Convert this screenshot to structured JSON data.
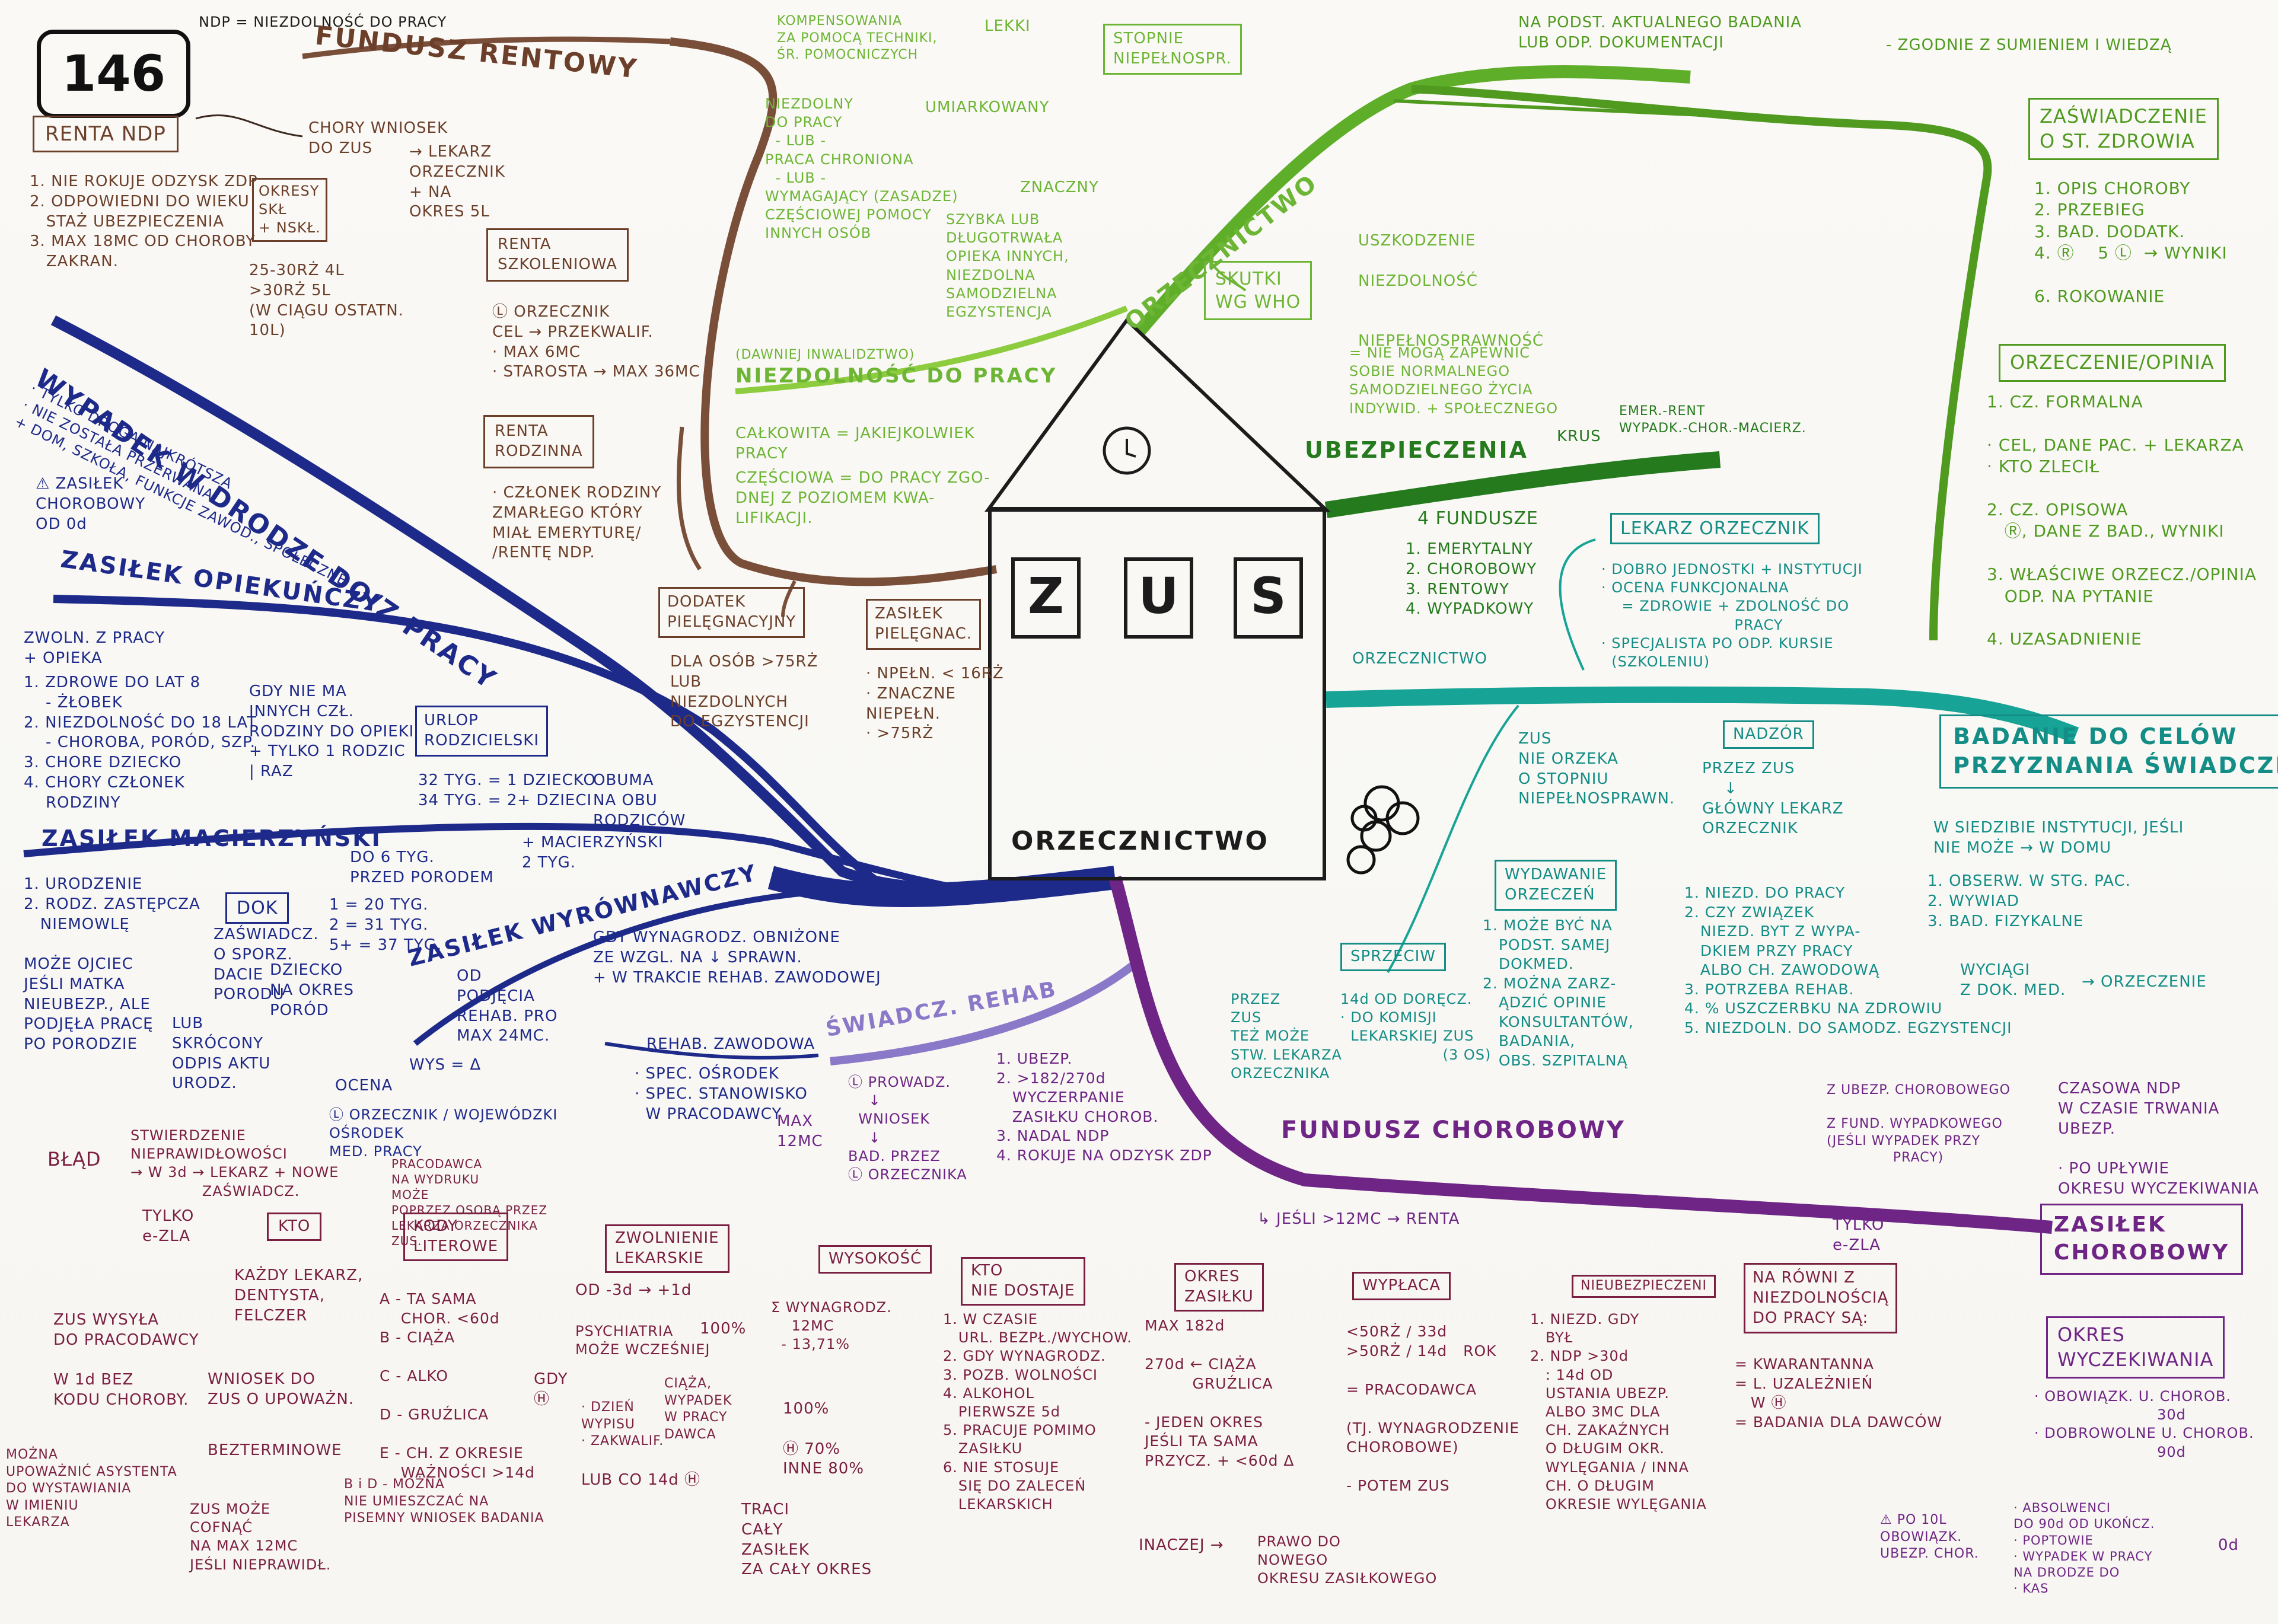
{
  "colors": {
    "brown": "#6b3f2a",
    "blue": "#1e2a8a",
    "green": "#5fae2a",
    "teal": "#17a396",
    "purple": "#6e2585",
    "maroon": "#7a1f42",
    "dgreen": "#257a1e"
  },
  "page_number": "146",
  "ndp_def": "NDP = NIEZDOLNOŚĆ DO PRACY",
  "house": {
    "letters": [
      "Z",
      "U",
      "S"
    ],
    "bottom": "ORZECZNICTWO"
  },
  "rentowy": {
    "title": "FUNDUSZ RENTOWY",
    "renta_ndp": "RENTA NDP",
    "chory": "CHORY WNIOSEK\nDO ZUS",
    "lekarz": "→ LEKARZ\nORZECZNIK\n+ NA\nOKRES 5L",
    "cond": "1. NIE ROKUJE ODZYSK ZDP\n2. ODPOWIEDNI DO WIEKU\n   STAŻ UBEZPIECZENIA\n3. MAX 18MC OD CHOROBY\n   ZAKRAN.",
    "okresy": "OKRESY\nSKŁ\n+ NSKŁ.",
    "years": "25-30RŻ 4L\n>30RŻ 5L\n(W CIĄGU OSTATN.\n10L)",
    "szkol": "RENTA\nSZKOLENIOWA",
    "szkol_notes": "Ⓛ ORZECZNIK\nCEL → PRZEKWALIF.\n· MAX 6MC\n· STAROSTA → MAX 36MC",
    "rodz": "RENTA\nRODZINNA",
    "rodz_notes": "· CZŁONEK RODZINY\nZMARŁEGO KTÓRY\nMIAŁ EMERYTURĘ/\n/RENTĘ NDP.",
    "dodatek": "DODATEK\nPIELĘGNACYJNY",
    "dodatek_notes": "DLA OSÓB >75RŻ\nLUB\nNIEZDOLNYCH\nDO EGZYSTENCJI",
    "zasilek_piel": "ZASIŁEK\nPIELĘGNAC.",
    "zasilek_piel_notes": "· NPEŁN. < 16RŻ\n· ZNACZNE\nNIEPEŁN.\n· >75RŻ"
  },
  "blue": {
    "wypadek": "WYPADEK W DRODZE DO/Z PRACY",
    "wypadek_notes": "· TYLKO DROGA NAJKRÓTSZA\n· NIE ZOSTAŁA PRZERWANA\n+ DOM, SZKOŁA, FUNKCJE ZAWOD., SPOŁECZNE",
    "zasilek_chor_note": "⚠ ZASIŁEK\nCHOROBOWY\nOD 0d",
    "opiekunczy": "ZASIŁEK OPIEKUŃCZY",
    "zwoln": "ZWOLN. Z PRACY\n+ OPIEKA",
    "opiek_list": "1. ZDROWE DO LAT 8\n    - ŻŁOBEK\n2. NIEZDOLNOŚĆ DO 18 LAT\n    - CHOROBA, PORÓD, SZP.\n3. CHORE DZIECKO\n4. CHORY CZŁONEK\n    RODZINY",
    "gdy": "GDY NIE MA\nINNYCH CZŁ.\nRODZINY DO OPIEKI\n+ TYLKO 1 RODZIC\n| RAZ",
    "urlop": "URLOP\nRODZICIELSKI",
    "urlop_notes": "32 TYG. = 1 DZIECKO\n34 TYG. = 2+ DZIECI",
    "urlop_oboje": "OBUMA\nNA OBU\nRODZICÓW",
    "urlop_porod": "DO 6 TYG.\nPRZED PORODEM",
    "mac": "ZASIŁEK MACIERZYŃSKI",
    "mac_list": "1. URODZENIE\n2. RODZ. ZASTĘPCZA\n   NIEMOWLĘ",
    "mac_right": "+ MACIERZYŃSKI\n2 TYG.",
    "dok": "DOK",
    "dok_notes": "ZAŚWIADCZ.\nO SPORZ.\nDACIE\nPORODU",
    "dok_dz": "DZIECKO\nNA OKRES\nPORÓD",
    "dok_lub": "LUB\nSKRÓCONY\nODPIS AKTU\nURODZ.",
    "weeks": "1 = 20 TYG.\n2 = 31 TYG.\n5+ = 37 TYG.",
    "ojciec": "MOŻE OJCIEC\nJEŚLI MATKA\nNIEUBEZP., ALE\nPODJĘŁA PRACĘ\nPO PORODZIE",
    "wyrown": "ZASIŁEK WYRÓWNAWCZY",
    "wyrown_notes": "GDY WYNAGRODZ. OBNIŻONE\nZE WZGL. NA ↓ SPRAWN.\n+ W TRAKCIE REHAB. ZAWODOWEJ",
    "wyrown_od": "OD\nPODJĘCIA\nREHAB. PRO\nMAX 24MC.",
    "wys": "WYS = Δ",
    "ocena": "OCENA",
    "ocena_notes": "Ⓛ ORZECZNIK / WOJEWÓDZKI\nOŚRODEK\nMED. PRACY",
    "rehab": "REHAB. ZAWODOWA",
    "rehab_notes": "· SPEC. OŚRODEK\n· SPEC. STANOWISKO\n  W PRACODAWCY"
  },
  "green": {
    "orzecz": "ORZECZNICTWO",
    "podst": "NA PODST. AKTUALNEGO BADANIA\nLUB ODP. DOKUMENTACJI",
    "zgodnie": "- ZGODNIE Z SUMIENIEM I WIEDZĄ",
    "kompens": "KOMPENSOWANIA\nZA POMOCĄ TECHNIKI,\nŚR. POMOCNICZYCH",
    "lekki": "LEKKI",
    "umiark": "UMIARKOWANY",
    "niezdolny": "NIEZDOLNY\nDO PRACY\n  - LUB -\nPRACA CHRONIONA\n  - LUB -\nWYMAGAJĄCY (ZASADZE)\nCZĘŚCIOWEJ POMOCY\nINNYCH OSÓB",
    "znaczny": "ZNACZNY",
    "znaczny_notes": "SZYBKA LUB\nDŁUGOTRWAŁA\nOPIEKA INNYCH,\nNIEZDOLNA\nSAMODZIELNA\nEGZYSTENCJA",
    "stopnie": "STOPNIE\nNIEPEŁNOSPR.",
    "skutki": "SKUTKI\nWG WHO",
    "who_list": "USZKODZENIE\n\nNIEZDOLNOŚĆ\n\n\nNIEPEŁNOSPRAWNOŚĆ",
    "who_notes": "= NIE MOGĄ ZAPEWNIĆ\nSOBIE NORMALNEGO\nSAMODZIELNEGO ŻYCIA\nINDYWID. + SPOŁECZNEGO",
    "dawniej": "(DAWNIEJ INWALIDZTWO)",
    "ndp": "NIEZDOLNOŚĆ DO PRACY",
    "calk": "CAŁKOWITA = JAKIEJKOLWIEK\nPRACY",
    "czesc": "CZĘŚCIOWA = DO PRACY ZGO-\nDNEJ Z POZIOMEM KWA-\nLIFIKACJI.",
    "zaswiad": "ZAŚWIADCZENIE\nO ST. ZDROWIA",
    "zaswiad_list": "1. OPIS CHOROBY\n2. PRZEBIEG\n3. BAD. DODATK.\n4. Ⓡ    5 Ⓛ  → WYNIKI\n\n6. ROKOWANIE",
    "orzecz_opin": "ORZECZENIE/OPINIA",
    "orz_list": "1. CZ. FORMALNA\n\n· CEL, DANE PAC. + LEKARZA\n· KTO ZLECIŁ\n\n2. CZ. OPISOWA\n   Ⓡ, DANE Z BAD., WYNIKI\n\n3. WŁAŚCIWE ORZECZ./OPINIA\n   ODP. NA PYTANIE\n\n4. UZASADNIENIE"
  },
  "ubezp": {
    "title": "UBEZPIECZENIA",
    "krus": "KRUS",
    "krus_list": "EMER.-RENT\nWYPADK.-CHOR.-MACIERZ.",
    "fund": "4 FUNDUSZE",
    "fund_list": "1. EMERYTALNY\n2. CHOROBOWY\n3. RENTOWY\n4. WYPADKOWY"
  },
  "teal": {
    "orzecz": "ORZECZNICTWO",
    "lekarz": "LEKARZ ORZECZNIK",
    "lekarz_list": "· DOBRO JEDNOSTKI + INSTYTUCJI\n· OCENA FUNKCJONALNA\n    = ZDROWIE + ZDOLNOŚĆ DO\n                          PRACY\n· SPECJALISTA PO ODP. KURSIE\n  (SZKOLENIU)",
    "zus_nie": "ZUS\nNIE ORZEKA\nO STOPNIU\nNIEPEŁNOSPRAWN.",
    "nadzor": "NADZÓR",
    "nadzor_notes": "PRZEZ ZUS\n    ↓\nGŁÓWNY LEKARZ\nORZECZNIK",
    "nadzor_list": "1. NIEZD. DO PRACY\n2. CZY ZWIĄZEK\n   NIEZD. BYT Z WYPA-\n   DKIEM PRZY PRACY\n   ALBO CH. ZAWODOWĄ\n3. POTRZEBA REHAB.\n4. % USZCZERBKU NA ZDROWIU\n5. NIEZDOLN. DO SAMODZ. EGZYSTENCJI",
    "wydawanie": "WYDAWANIE\nORZECZEŃ",
    "wyd_list": "1. MOŻE BYĆ NA\n   PODST. SAMEJ\n   DOKMED.\n2. MOŻNA ZARZ-\n   ĄDZIĆ OPINIE\n   KONSULTANTÓW,\n   BADANIA,\n   OBS. SZPITALNĄ",
    "sprzeciw": "SPRZECIW",
    "sprz_left": "PRZEZ\nZUS\nTEŻ MOŻE\nSTW. LEKARZA\nORZECZNIKA",
    "sprz_right": "14d OD DORĘCZ.\n· DO KOMISJI\n  LEKARSKIEJ ZUS\n                    (3 OS)",
    "badanie": "BADANIE DO CELÓW\nPRZYZNANIA ŚWIADCZEŃ",
    "bad_notes": "W SIEDZIBIE INSTYTUCJI, JEŚLI\nNIE MOŻE → W DOMU",
    "bad_list": "1. OBSERW. W STG. PAC.\n2. WYWIAD\n3. BAD. FIZYKALNE",
    "wyciagi": "WYCIĄGI\nZ DOK. MED.",
    "orzecz_right": "→ ORZECZENIE"
  },
  "purple": {
    "fundusz": "FUNDUSZ CHOROBOWY",
    "swiadcz": "ŚWIADCZ. REHAB",
    "sw_flow": "Ⓛ PROWADZ.\n    ↓\n  WNIOSEK\n    ↓\nBAD. PRZEZ\nⓁ ORZECZNIKA",
    "sw_list": "1. UBEZP.\n2. >182/270d\n   WYCZERPANIE\n   ZASIŁKU CHOROB.\n3. NADAL NDP\n4. ROKUJE NA ODZYSK ZDP",
    "sw_max": "MAX\n12MC",
    "sw_bottom": "↳ JEŚLI >12MC → RENTA",
    "zas_chor": "ZASIŁEK\nCHOROBOWY",
    "zas_top": "Z UBEZP. CHOROBOWEGO\n\nZ FUND. WYPADKOWEGO\n(JEŚLI WYPADEK PRZY\n              PRACY)",
    "czasowa": "CZASOWA NDP\nW CZASIE TRWANIA\nUBEZP.\n\n· PO UPŁYWIE\nOKRESU WYCZEKIWANIA",
    "tylko_ezla": "TYLKO\ne-ZLA",
    "okres_wyczek": "OKRES\nWYCZEKIWANIA",
    "ow_list": "· OBOWIĄZK. U. CHOROB.\n                        30d\n· DOBROWOLNE U. CHOROB.\n                        90d",
    "po_10l": "⚠ PO 10L\nOBOWIĄZK.\nUBEZP. CHOR.",
    "po_list": "· ABSOLWENCI\nDO 90d OD UKOŃCZ.\n· POPTOWIE\n· WYPADEK W PRACY\nNA DRODZE DO\n· KAS",
    "od0": "0d"
  },
  "maroon": {
    "blad": "BŁĄD",
    "blad_notes": "STWIERDZENIE\nNIEPRAWIDŁOWOŚCI\n→ W 3d → LEKARZ + NOWE\n              ZAŚWIADCZ.",
    "tylko_ezla": "TYLKO\ne-ZLA",
    "kto": "KTO",
    "kody": "KODY\nLITEROWE",
    "kody_top": "PRACODAWCA\nNA WYDRUKU\nMOŻE\nPOPRZEZ OSOBĄ PRZEZ\nLEKARZA ORZECZNIKA\nZUS.",
    "zwoln": "ZWOLNIENIE\nLEKARSKIE",
    "wysokosc": "WYSOKOŚĆ",
    "kto_nie": "KTO\nNIE DOSTAJE",
    "okres_zas": "OKRES\nZASIŁKU",
    "wyplaca": "WYPŁACA",
    "nieubezp": "NIEUBEZPIECZENI",
    "narowni": "NA RÓWNI Z\nNIEZDOLNOŚCIĄ\nDO PRACY SĄ:",
    "zus_wysyla": "ZUS WYSYŁA\nDO PRACODAWCY\n\nW 1d BEZ\nKODU CHOROBY.",
    "mozna": "MOŻNA\nUPOWAŻNIĆ ASYSTENTA\nDO WYSTAWIANIA\nW IMIENIU\nLEKARZA",
    "kazdy": "KAŻDY LEKARZ,\nDENTYSTA,\nFELCZER",
    "wniosek": "WNIOSEK DO\nZUS O UPOWAŻN.",
    "bezterm": "BEZTERMINOWE",
    "cofniete": "ZUS MOŻE\nCOFNĄĆ\nNA MAX 12MC\nJEŚLI NIEPRAWIDŁ.",
    "codes": "A - TA SAMA\n    CHOR. <60d\nB - CIĄŻA\n\nC - ALKO\n\nD - GRUŹLICA\n\nE - CH. Z OKRESIE\n    WAŻNOŚCI >14d",
    "bd": "B i D - MOŻNA\nNIE UMIESZCZAĆ NA\nPISEMNY WNIOSEK BADANIA",
    "od3": "OD -3d → +1d",
    "psych": "PSYCHIATRIA\nMOŻE WCZEŚNIEJ",
    "gdy_h": "GDY\nⒽ",
    "gdy_list": "· DZIEŃ\nWYPISU\n· ZAKWALIF.",
    "lub_co14": "LUB CO 14d Ⓗ",
    "wys_100": "100%",
    "wys_list": "Σ WYNAGRODZ.\n    12MC\n  - 13,71%",
    "ciaza": "CIĄŻA,\nWYPADEK\nW PRACY\nDAWCA",
    "proc": "100%\n\nⒽ 70%\nINNE 80%",
    "kto_list": "1. W CZASIE\n   URL. BEZPŁ./WYCHOW.\n2. GDY WYNAGRODZ.\n3. POZB. WOLNOŚCI\n4. ALKOHOL\n   PIERWSZE 5d\n5. PRACUJE POMIMO\n   ZASIŁKU\n6. NIE STOSUJE\n   SIĘ DO ZALECEŃ\n   LEKARSKICH",
    "traci": "TRACI\nCAŁY\nZASIŁEK\nZA CAŁY OKRES",
    "okres_list": "MAX 182d\n\n270d ← CIĄŻA\n         GRUŹLICA\n\n- JEDEN OKRES\nJEŚLI TA SAMA\nPRZYCZ. + <60d Δ",
    "inaczej": "INACZEJ →",
    "prawo": "PRAWO DO\nNOWEGO\nOKRESU ZASIŁKOWEGO",
    "wyp_list": "<50RŻ / 33d\n>50RŻ / 14d   ROK\n\n= PRACODAWCA\n\n(TJ. WYNAGRODZENIE\nCHOROBOWE)\n\n- POTEM ZUS",
    "nieub_list": "1. NIEZD. GDY\n   BYŁ\n2. NDP >30d\n   : 14d OD\n   USTANIA UBEZP.\n   ALBO 3MC DLA\n   CH. ZAKAŹNYCH\n   O DŁUGIM OKR.\n   WYLĘGANIA / INNA\n   CH. O DŁUGIM\n   OKRESIE WYLĘGANIA",
    "nr_list": "= KWARANTANNA\n= L. UZALEŻNIEŃ\n   W Ⓗ\n= BADANIA DLA DAWCÓW"
  }
}
